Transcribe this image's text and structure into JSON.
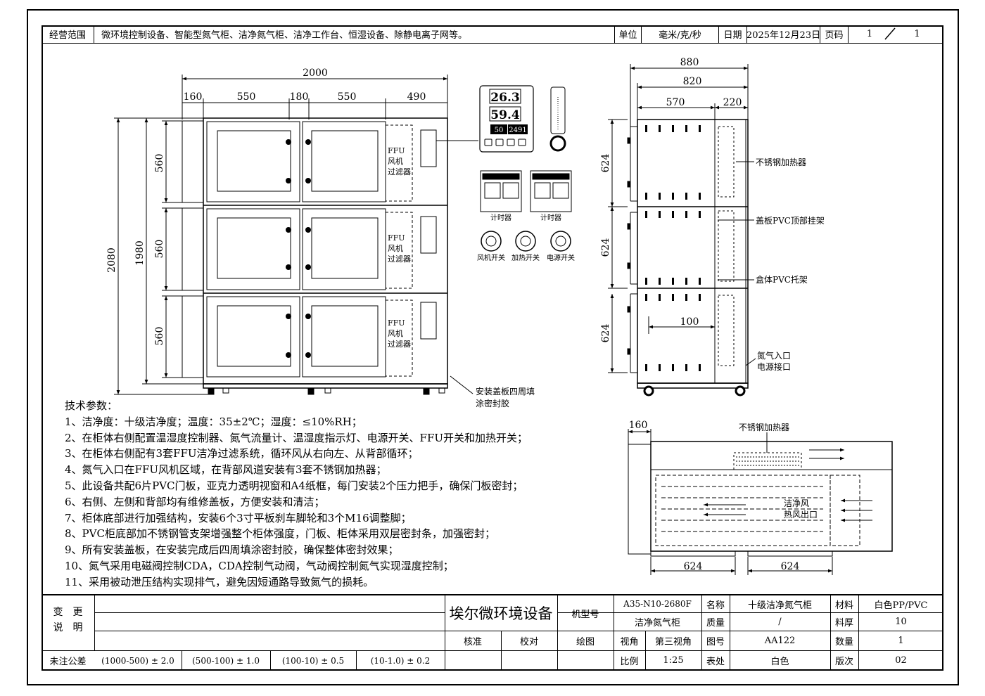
{
  "header": {
    "scope_label": "经营范围",
    "scope_text": "微环境控制设备、智能型氮气柜、洁净氮气柜、洁净工作台、恒湿设备、除静电离子网等。",
    "unit_label": "单位",
    "unit_value": "毫米/克/秒",
    "date_label": "日期",
    "date_value": "2025年12月23日",
    "page_label": "页码",
    "page_current": "1",
    "page_total": "1"
  },
  "front_view": {
    "total_width": "2000",
    "seg_1": "160",
    "seg_2": "550",
    "seg_3": "180",
    "seg_4": "550",
    "seg_5": "490",
    "height_total": "2080",
    "height_body": "1980",
    "row_1": "560",
    "row_2": "560",
    "row_3": "560",
    "ffu_1": "FFU",
    "ffu_2": "风机",
    "ffu_3": "过滤器",
    "sealant_note_1": "安装盖板四周填",
    "sealant_note_2": "涂密封胶"
  },
  "controller": {
    "temp": "26.3",
    "hum": "59.4",
    "sub_1": "50",
    "sub_2": "2491",
    "timer_label": "计时器",
    "switch_fan": "风机开关",
    "switch_heat": "加热开关",
    "switch_power": "电源开关"
  },
  "side_view": {
    "depth_total": "880",
    "depth_inner": "820",
    "seg_left": "570",
    "seg_right": "220",
    "row_1": "624",
    "row_2": "624",
    "row_3": "624",
    "spacing": "100",
    "label_heater": "不锈钢加热器",
    "label_top_rack": "盖板PVC顶部挂架",
    "label_tray": "盒体PVC托架",
    "label_n2_inlet": "氮气入口",
    "label_power": "电源接口"
  },
  "top_view": {
    "offset": "160",
    "heater_label": "不锈钢加热器",
    "clean_air": "洁净风",
    "hot_air": "热风出口",
    "width_left": "624",
    "width_right": "624"
  },
  "notes": {
    "title": "技术参数：",
    "items": [
      "1、洁净度：十级洁净度；温度：35±2℃；湿度：≤10%RH；",
      "2、在柜体右侧配置温湿度控制器、氮气流量计、温湿度指示灯、电源开关、FFU开关和加热开关；",
      "3、在柜体右侧配有3套FFU洁净过滤系统，循环风从右向左、从背部循环；",
      "4、氮气入口在FFU风机区域，在背部风道安装有3套不锈钢加热器；",
      "5、此设备共配6片PVC门板，亚克力透明视窗和A4纸框，每门安装2个压力把手，确保门板密封；",
      "6、右侧、左侧和背部均有维修盖板，方便安装和清洁；",
      "7、柜体底部进行加强结构，安装6个3寸平板刹车脚轮和3个M16调整脚；",
      "8、PVC柜底部加不锈钢管支架增强整个柜体强度，门板、柜体采用双层密封条，加强密封；",
      "9、所有安装盖板，在安装完成后四周填涂密封胶，确保整体密封效果；",
      "10、氮气采用电磁阀控制CDA，CDA控制气动阀，气动阀控制氮气实现湿度控制；",
      "11、采用被动泄压结构实现排气，避免因短通路导致氮气的损耗。"
    ]
  },
  "title_block": {
    "change_label_1": "变　更",
    "change_label_2": "说　明",
    "company": "埃尔微环境设备",
    "model_label": "机型号",
    "model_value_1": "A35-N10-2680F",
    "model_value_2": "洁净氮气柜",
    "name_label": "名称",
    "name_value": "十级洁净氮气柜",
    "material_label": "材料",
    "material_value": "白色PP/PVC",
    "mass_label": "质量",
    "mass_value": "/",
    "thickness_label": "料厚",
    "thickness_value": "10",
    "approve_label": "核准",
    "check_label": "校对",
    "draw_label": "绘图",
    "view_label": "视角",
    "view_value": "第三视角",
    "drawing_no_label": "图号",
    "drawing_no_value": "AA122",
    "qty_label": "数量",
    "qty_value": "1",
    "tolerance_label": "未注公差",
    "tol_1": "(1000-500) ± 2.0",
    "tol_2": "(500-100) ± 1.0",
    "tol_3": "(100-10) ± 0.5",
    "tol_4": "(10-1.0) ± 0.2",
    "scale_label": "比例",
    "scale_value": "1:25",
    "surface_label": "表处",
    "surface_value": "白色",
    "version_label": "版次",
    "version_value": "02"
  }
}
